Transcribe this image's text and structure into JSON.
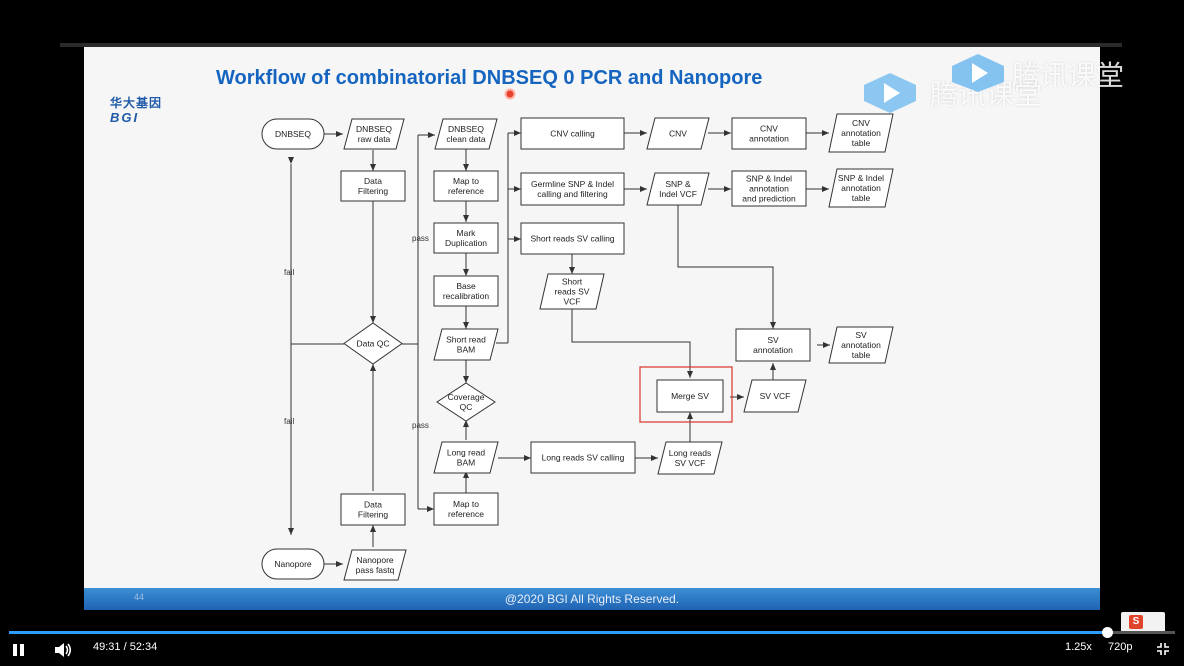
{
  "slide": {
    "title": "Workflow of combinatorial DNBSEQ 0 PCR and Nanopore",
    "logo_cn": "华大基因",
    "logo_en": "BGI",
    "copyright": "@2020 BGI All Rights Reserved.",
    "page_number": "44"
  },
  "watermark": {
    "text": "腾讯课堂",
    "text_2": "腾讯课堂"
  },
  "flowchart": {
    "nodes": {
      "dnbseq": "DNBSEQ",
      "dnbseq_raw": "DNBSEQ|raw data",
      "data_filtering_top": "Data|Filtering",
      "data_qc": "Data QC",
      "data_filtering_bottom": "Data|Filtering",
      "nanopore_fastq": "Nanopore|pass fastq",
      "nanopore": "Nanopore",
      "dnbseq_clean": "DNBSEQ|clean data",
      "map_ref_top": "Map to|reference",
      "mark_dup": "Mark|Duplication",
      "base_recal": "Base|recalibration",
      "short_bam": "Short read|BAM",
      "coverage_qc": "Coverage|QC",
      "long_bam": "Long read|BAM",
      "map_ref_bottom": "Map to|reference",
      "cnv_calling": "CNV calling",
      "cnv": "CNV",
      "cnv_annotation": "CNV|annotation",
      "cnv_table": "CNV|annotation|table",
      "germline": "Germline SNP & Indel|calling and filtering",
      "snp_vcf": "SNP &|Indel VCF",
      "snp_annot": "SNP & Indel|annotation|and prediction",
      "snp_table": "SNP & Indel|annotation|table",
      "short_sv_calling": "Short reads SV calling",
      "short_sv_vcf": "Short|reads SV|VCF",
      "sv_annotation": "SV|annotation",
      "sv_table": "SV|annotation|table",
      "merge_sv": "Merge SV",
      "sv_vcf": "SV VCF",
      "long_sv_calling": "Long reads SV calling",
      "long_sv_vcf": "Long reads|SV VCF"
    },
    "edge_labels": {
      "fail_top": "fail",
      "fail_bottom": "fail",
      "pass_top": "pass",
      "pass_bottom": "pass"
    }
  },
  "player": {
    "current_time": "49:31",
    "duration": "52:34",
    "time_display": "49:31 / 52:34",
    "progress": 0.942,
    "speed": "1.25x",
    "quality": "720p",
    "badge": "S",
    "buttons": {
      "pause": "pause-icon",
      "volume": "volume-icon",
      "fullscreen": "fullscreen-exit-icon"
    },
    "colors": {
      "progress": "#2e9bff",
      "slide_title": "#1565c0"
    }
  }
}
